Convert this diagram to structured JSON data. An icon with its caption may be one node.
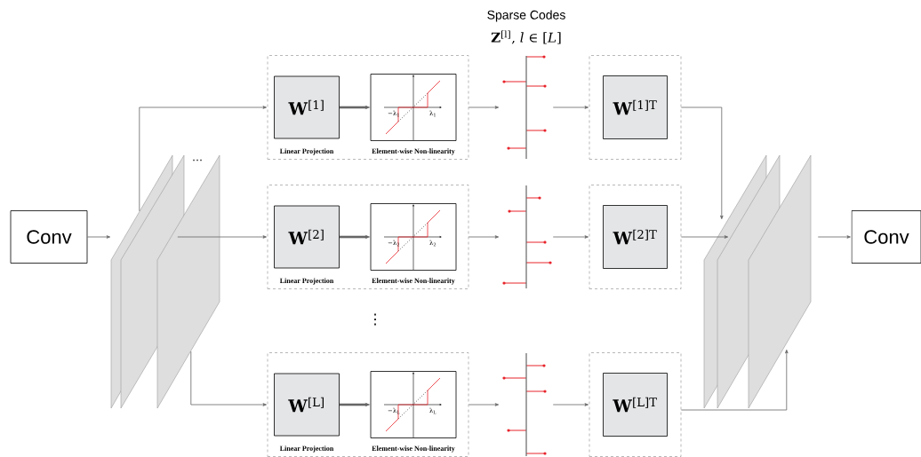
{
  "diagram": {
    "nodes": [
      {
        "text": [
          "Conv"
        ]
      },
      {
        "text": [],
        "shape": "picture"
      },
      {
        "text": [],
        "shape": "box"
      },
      {
        "text": [
          "**W**$^{[1]}$"
        ],
        "in": 2,
        "beside": [
          "Linear Projection"
        ]
      },
      {
        "text": [
          "−λ$_{1}$",
          "λ$_{1}$"
        ],
        "in": 2,
        "beside": [
          "Element-wise Non-linearity"
        ]
      },
      {
        "text": [],
        "shape": "picture"
      },
      {
        "text": [],
        "shape": "box"
      },
      {
        "text": [
          "**W**$^{[1]T}$"
        ],
        "in": 6
      },
      {
        "text": [],
        "shape": "box"
      },
      {
        "text": [
          "**W**$^{[2]}$"
        ],
        "in": 8,
        "beside": [
          "Linear Projection"
        ]
      },
      {
        "text": [
          "−λ$_{2}$",
          "λ$_{2}$"
        ],
        "in": 8,
        "beside": [
          "Element-wise Non-linearity"
        ]
      },
      {
        "text": [],
        "shape": "picture"
      },
      {
        "text": [],
        "shape": "box"
      },
      {
        "text": [
          "**W**$^{[2]T}$"
        ],
        "in": 12
      },
      {
        "text": [],
        "shape": "box"
      },
      {
        "text": [
          "**W**$^{[L]}$"
        ],
        "in": 14,
        "beside": [
          "Linear Projection"
        ]
      },
      {
        "text": [
          "−λ$_{L}$",
          "λ$_{L}$"
        ],
        "in": 14,
        "beside": [
          "Element-wise Non-linearity"
        ]
      },
      {
        "text": [],
        "shape": "picture"
      },
      {
        "text": [],
        "shape": "box"
      },
      {
        "text": [
          "**W**$^{[L]T}$"
        ],
        "in": 18
      },
      {
        "text": [],
        "shape": "picture"
      },
      {
        "text": [
          "Conv"
        ]
      }
    ],
    "edges": [
      {
        "from": 0,
        "to": 1,
        "arrow": "to"
      },
      {
        "from": 1,
        "to": 2,
        "arrow": "to"
      },
      {
        "from": 1,
        "to": 8,
        "arrow": "to"
      },
      {
        "from": 1,
        "to": 14,
        "arrow": "to"
      },
      {
        "from": 3,
        "to": 4,
        "arrow": "to",
        "style": "thick"
      },
      {
        "from": 2,
        "to": 5,
        "arrow": "to"
      },
      {
        "from": 5,
        "to": 6,
        "arrow": "to"
      },
      {
        "from": 6,
        "to": 20,
        "arrow": "to"
      },
      {
        "from": 9,
        "to": 10,
        "arrow": "to",
        "style": "thick"
      },
      {
        "from": 8,
        "to": 11,
        "arrow": "to"
      },
      {
        "from": 11,
        "to": 12,
        "arrow": "to"
      },
      {
        "from": 12,
        "to": 20,
        "arrow": "to"
      },
      {
        "from": 15,
        "to": 16,
        "arrow": "to",
        "style": "thick"
      },
      {
        "from": 14,
        "to": 17,
        "arrow": "to"
      },
      {
        "from": 17,
        "to": 18,
        "arrow": "to"
      },
      {
        "from": 18,
        "to": 20,
        "arrow": "to"
      },
      {
        "from": 20,
        "to": 21,
        "arrow": "to"
      }
    ],
    "labels": [
      "Sparse Codes",
      "**Z**$^{[l]}$, *l* ∈ [*L*]",
      "⋯",
      "⋮"
    ]
  }
}
